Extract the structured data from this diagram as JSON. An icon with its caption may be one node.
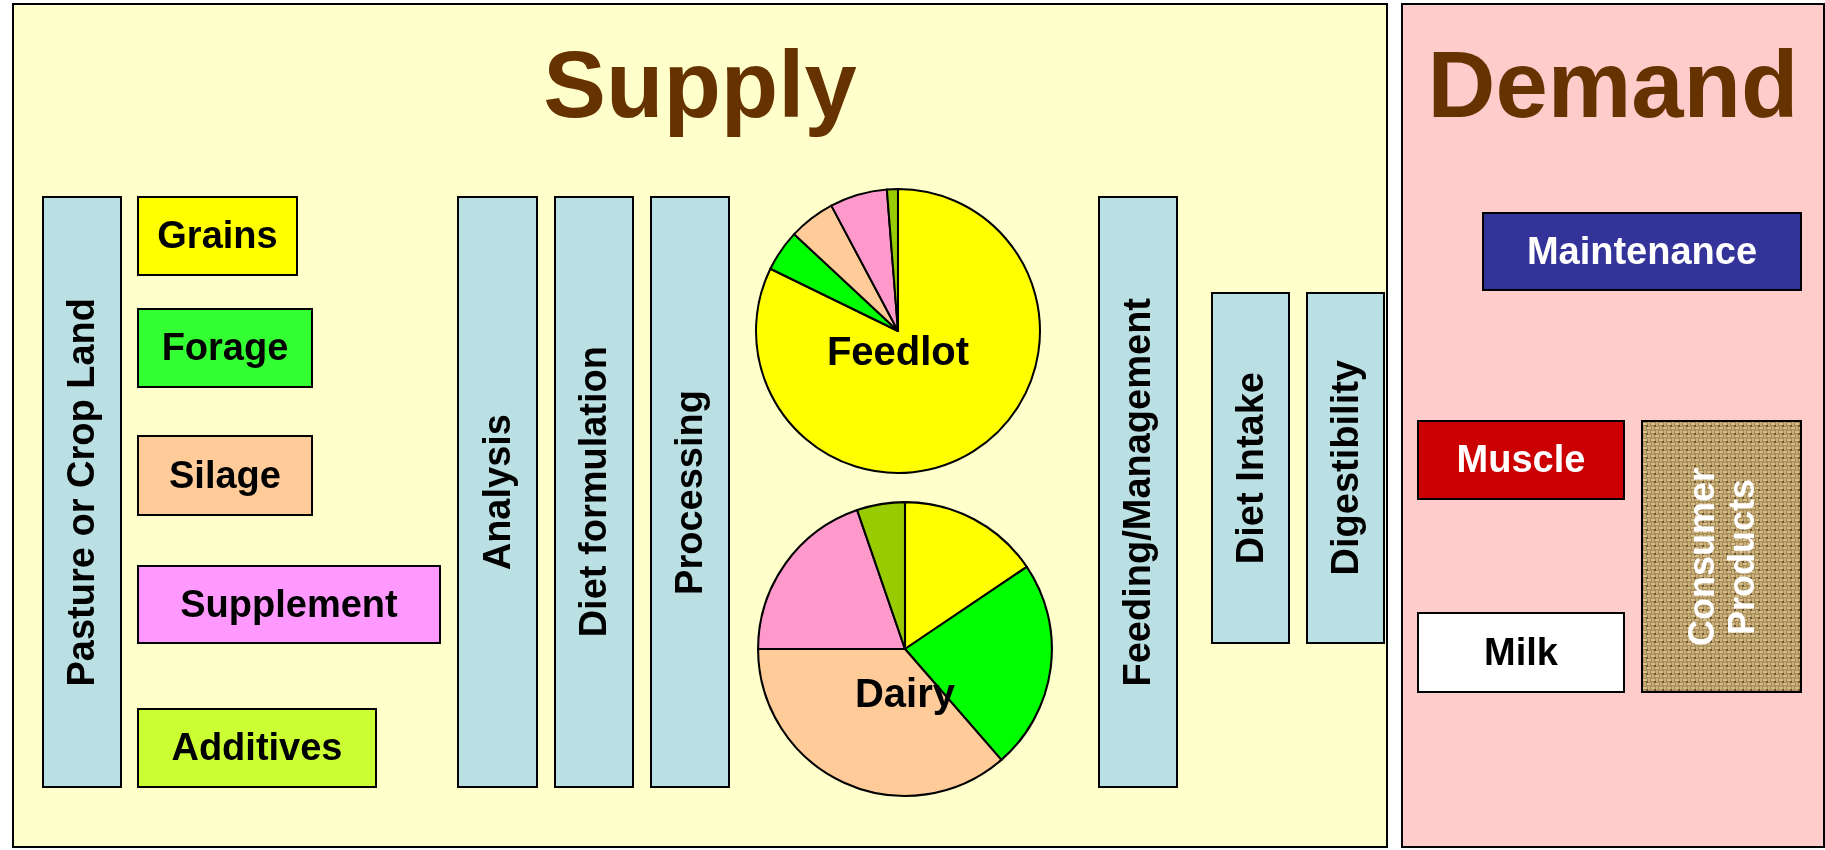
{
  "diagram": {
    "nodes": [
      {
        "text": [
          "Supply"
        ]
      },
      {
        "text": [
          "Pasture or Crop Land"
        ],
        "in": 0
      },
      {
        "text": [
          "Grains"
        ],
        "in": 0
      },
      {
        "text": [
          "Forage"
        ],
        "in": 0
      },
      {
        "text": [
          "Silage"
        ],
        "in": 0
      },
      {
        "text": [
          "Supplement"
        ],
        "in": 0
      },
      {
        "text": [
          "Additives"
        ],
        "in": 0
      },
      {
        "text": [
          "Analysis"
        ],
        "in": 0
      },
      {
        "text": [
          "Diet formulation"
        ],
        "in": 0
      },
      {
        "text": [
          "Processing"
        ],
        "in": 0
      },
      {
        "text": [
          "Feedlot"
        ],
        "in": 0
      },
      {
        "text": [
          "Dairy"
        ],
        "in": 0
      },
      {
        "text": [
          "Feeding/Management"
        ],
        "in": 0
      },
      {
        "text": [
          "Diet Intake"
        ],
        "in": 0
      },
      {
        "text": [
          "Digestibility"
        ],
        "in": 0
      },
      {
        "text": [
          "Demand"
        ]
      },
      {
        "text": [
          "Maintenance"
        ],
        "in": 15
      },
      {
        "text": [
          "Muscle"
        ],
        "in": 15
      },
      {
        "text": [
          "Milk"
        ],
        "in": 15
      },
      {
        "text": [
          "Consumer Products"
        ],
        "in": 15
      }
    ]
  }
}
